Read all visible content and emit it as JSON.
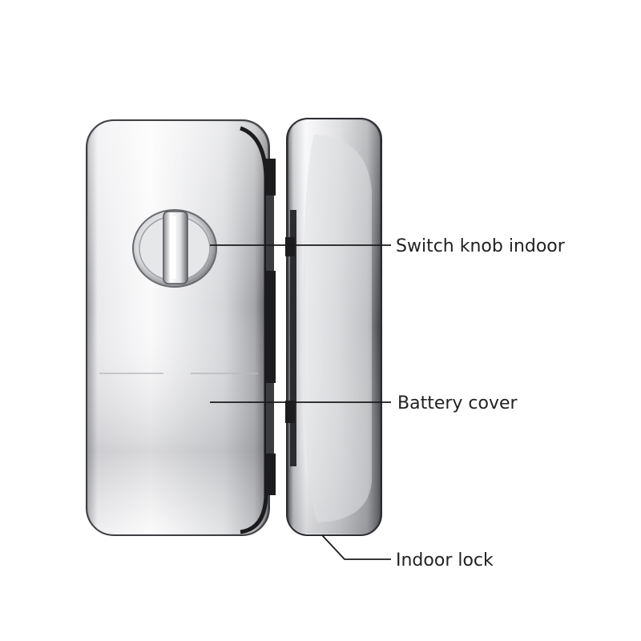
{
  "callouts": {
    "switch_knob": "Switch knob indoor",
    "battery_cover": "Battery cover",
    "indoor_lock": "Indoor lock"
  },
  "colors": {
    "background": "#ffffff",
    "metal_light": "#f4f4f6",
    "metal_mid": "#c9cacd",
    "metal_dark": "#5c5d61",
    "edge_black": "#1c1c1e",
    "label_text": "#222222"
  }
}
